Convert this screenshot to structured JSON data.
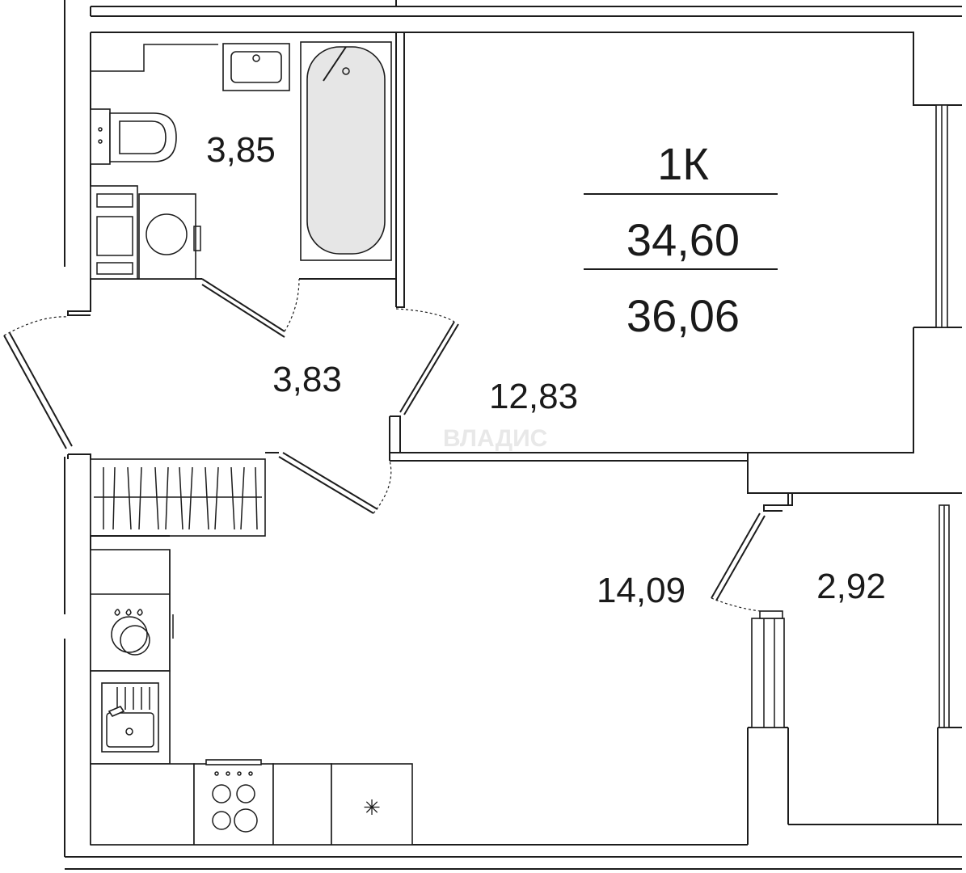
{
  "apartment": {
    "type": "1К",
    "area_living_total": "34,60",
    "area_total": "36,06"
  },
  "rooms": {
    "bathroom": "3,85",
    "hallway": "3,83",
    "bedroom": "12,83",
    "kitchen": "14,09",
    "balcony": "2,92"
  },
  "watermark": "ВЛАДИС",
  "fridge_symbol": "✳"
}
